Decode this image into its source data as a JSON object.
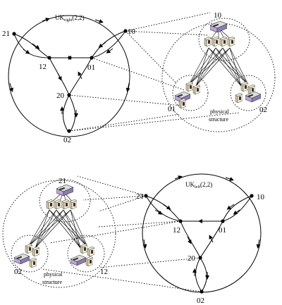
{
  "figure": {
    "top": {
      "title_main": "UK",
      "title_sub": "right",
      "title_args": "(2,2)",
      "nodes": {
        "n21": "21",
        "n10": "10",
        "n12": "12",
        "n01": "01",
        "n20": "20",
        "n02": "02"
      },
      "physical": {
        "top_node": "10",
        "left_node": "01",
        "right_node": "02",
        "caption_line1": "physical",
        "caption_line2": "structure"
      }
    },
    "bottom": {
      "title_main": "UK",
      "title_sub": "left",
      "title_args": "(2,2)",
      "nodes": {
        "n21": "21",
        "n10": "10",
        "n12": "12",
        "n01": "01",
        "n20": "20",
        "n02": "02"
      },
      "physical": {
        "top_node": "21",
        "left_node": "02",
        "right_node": "12",
        "caption_line1": "physical",
        "caption_line2": "structure"
      }
    }
  }
}
